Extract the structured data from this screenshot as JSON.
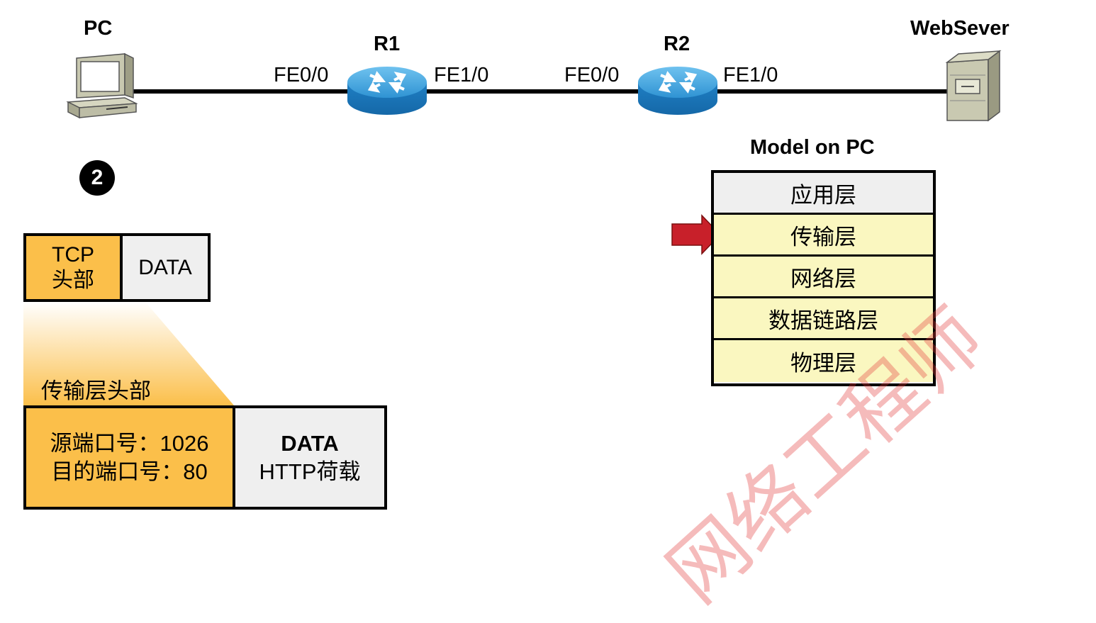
{
  "topology": {
    "pc_label": "PC",
    "r1_label": "R1",
    "r2_label": "R2",
    "server_label": "WebSever",
    "r1_left_iface": "FE0/0",
    "r1_right_iface": "FE1/0",
    "r2_left_iface": "FE0/0",
    "r2_right_iface": "FE1/0"
  },
  "step_number": "2",
  "small_segment": {
    "tcp_line1": "TCP",
    "tcp_line2": "头部",
    "data": "DATA"
  },
  "transport_header_title": "传输层头部",
  "header_detail": {
    "src_port": "源端口号：1026",
    "dst_port": "目的端口号：80",
    "data_title": "DATA",
    "data_sub": "HTTP荷载"
  },
  "model": {
    "title": "Model on PC",
    "layers": [
      "应用层",
      "传输层",
      "网络层",
      "数据链路层",
      "物理层"
    ],
    "active_layer_index": 1
  },
  "watermark_text": "网络工程师",
  "colors": {
    "header_orange": "#fbbf4a",
    "data_gray": "#efefef",
    "layer_yellow": "#faf7c0",
    "arrow_red": "#c8202a",
    "router_blue": "#2e8fcf"
  }
}
